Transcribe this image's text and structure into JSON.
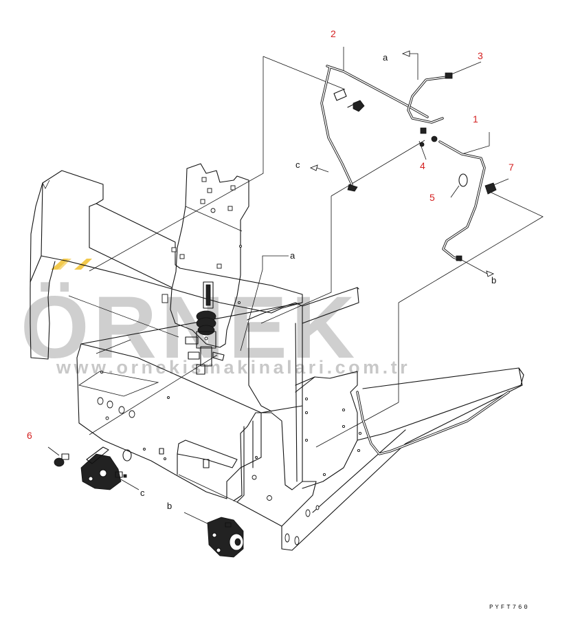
{
  "watermark": {
    "text": "ÖRNEK",
    "url": "www.ornekismakinalari.com.tr",
    "accent_color": "#f2c94c"
  },
  "figure_code": "PYFT760",
  "part_numbers": [
    "1",
    "2",
    "3",
    "4",
    "5",
    "6",
    "7"
  ],
  "reference_letters": {
    "a": "a",
    "b": "b",
    "c": "c"
  },
  "colors": {
    "part_number": "#d42020",
    "line": "#111111",
    "watermark": "#cfcfcf"
  }
}
